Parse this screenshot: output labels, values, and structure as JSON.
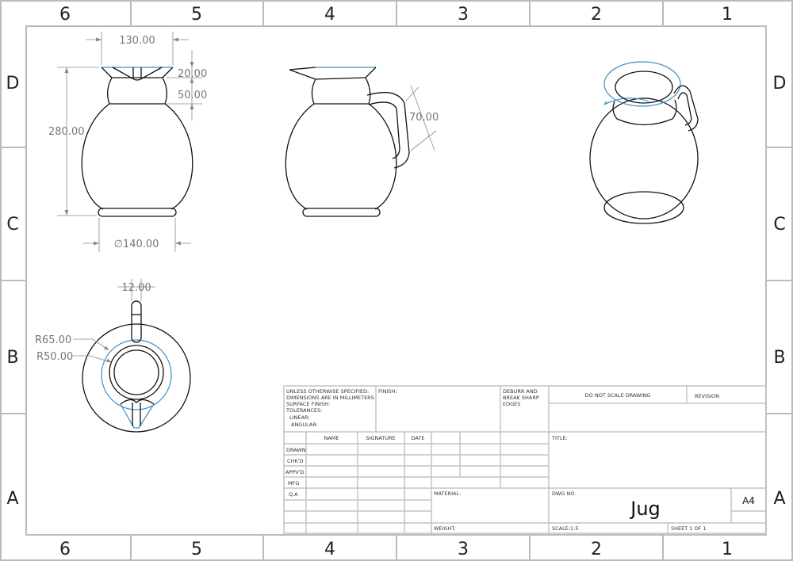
{
  "sheet": {
    "columns": [
      "6",
      "5",
      "4",
      "3",
      "2",
      "1"
    ],
    "rows": [
      "D",
      "C",
      "B",
      "A"
    ]
  },
  "dimensions": {
    "top_width": "130.00",
    "height": "280.00",
    "rim_height": "20.00",
    "neck_height": "50.00",
    "base_diameter": "∅140.00",
    "handle_height": "70.00",
    "handle_thickness": "12.00",
    "outer_radius": "R65.00",
    "inner_radius": "R50.00"
  },
  "title_block": {
    "notes": [
      "UNLESS OTHERWISE SPECIFIED:",
      "DIMENSIONS ARE IN MILLIMETERS",
      "SURFACE FINISH:",
      "TOLERANCES:",
      "  LINEAR:",
      "  ANGULAR:"
    ],
    "finish": "FINISH:",
    "deburr": [
      "DEBURR AND",
      "BREAK SHARP",
      "EDGES"
    ],
    "do_not_scale": "DO NOT SCALE DRAWING",
    "revision": "REVISION",
    "headers": {
      "name": "NAME",
      "signature": "SIGNATURE",
      "date": "DATE"
    },
    "row_labels": [
      "DRAWN",
      "CHK'D",
      "APPV'D",
      "MFG",
      "Q.A"
    ],
    "title_label": "TITLE:",
    "material": "MATERIAL:",
    "weight": "WEIGHT:",
    "dwg_no_label": "DWG NO.",
    "dwg_no": "Jug",
    "size": "A4",
    "scale": "SCALE:1:5",
    "sheet": "SHEET 1 OF 1"
  }
}
